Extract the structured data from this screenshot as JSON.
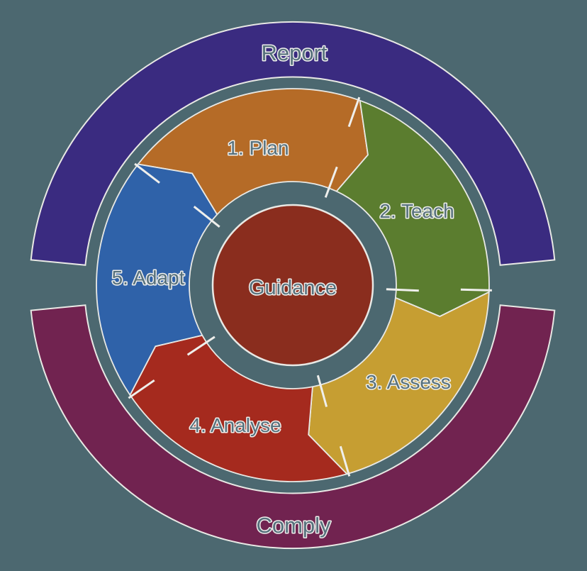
{
  "background_color": "#4C6870",
  "diagram": {
    "outer_ring": {
      "top": {
        "label": "Report",
        "color": "#3A2B80"
      },
      "bottom": {
        "label": "Comply",
        "color": "#712350"
      }
    },
    "center": {
      "label": "Guidance",
      "color": "#8A2D1E"
    },
    "segments": [
      {
        "id": "plan",
        "label": "1. Plan",
        "color": "#B56B27"
      },
      {
        "id": "teach",
        "label": "2. Teach",
        "color": "#5B7D2F"
      },
      {
        "id": "assess",
        "label": "3. Assess",
        "color": "#C69E32"
      },
      {
        "id": "analyse",
        "label": "4. Analyse",
        "color": "#A52A1E"
      },
      {
        "id": "adapt",
        "label": "5. Adapt",
        "color": "#2F62A9"
      }
    ],
    "outline_color": "#E9E9E5",
    "tick_color": "#EFEFEC",
    "label_fill": "#56707C",
    "label_outline": "#EFEFEC"
  }
}
